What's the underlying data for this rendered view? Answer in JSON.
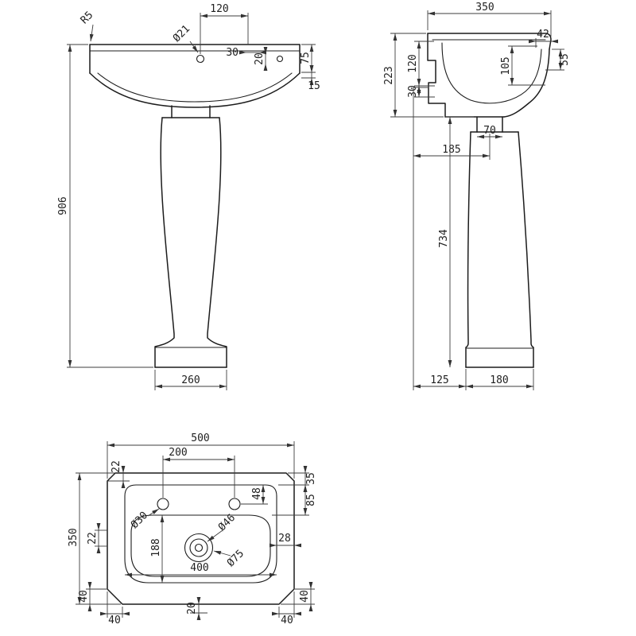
{
  "front_view": {
    "d120": "120",
    "r5": "R5",
    "dia21": "Ø21",
    "d30": "30",
    "d20": "20",
    "d75": "75",
    "d15": "15",
    "d906": "906",
    "d260": "260"
  },
  "side_view": {
    "d350": "350",
    "d42": "42",
    "d55": "55",
    "d223": "223",
    "d120": "120",
    "d30": "30",
    "d105": "105",
    "d70": "70",
    "d185": "185",
    "d734": "734",
    "d125": "125",
    "d180": "180"
  },
  "plan_view": {
    "d500": "500",
    "d200": "200",
    "d22_top": "22",
    "d35": "35",
    "d85": "85",
    "d48": "48",
    "dia30": "Ø30",
    "dia46": "Ø46",
    "dia75": "Ø75",
    "d22_left": "22",
    "d350": "350",
    "d188": "188",
    "d28": "28",
    "d400": "400",
    "d20": "20",
    "d40_left_v": "40",
    "d40_left_h": "40",
    "d40_right_v": "40",
    "d40_right_h": "40"
  }
}
